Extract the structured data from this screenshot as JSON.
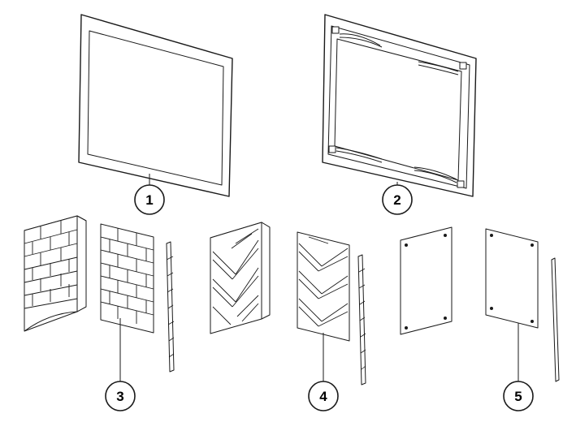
{
  "diagram": {
    "stroke_color": "#1a1a1a",
    "background": "#ffffff",
    "callouts": [
      {
        "label": "1"
      },
      {
        "label": "2"
      },
      {
        "label": "3"
      },
      {
        "label": "4"
      },
      {
        "label": "5"
      }
    ],
    "parts": [
      {
        "icon": "plain-frame-icon"
      },
      {
        "icon": "decorative-frame-icon"
      },
      {
        "icon": "brick-panel-icon"
      },
      {
        "icon": "herringbone-panel-icon"
      },
      {
        "icon": "plain-panel-icon"
      }
    ]
  }
}
